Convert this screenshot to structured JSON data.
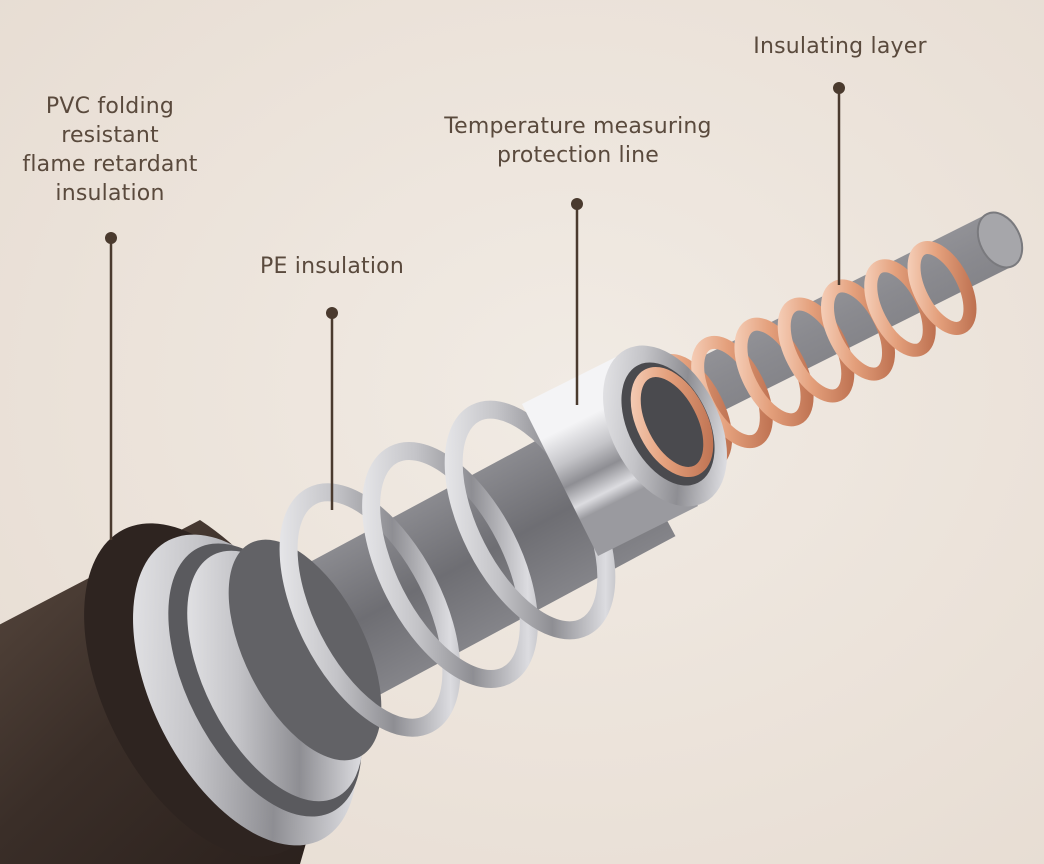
{
  "labels": {
    "pvc": [
      "PVC folding",
      "resistant",
      "flame retardant",
      "insulation"
    ],
    "pe": [
      "PE insulation"
    ],
    "temperature": [
      "Temperature measuring",
      "protection line"
    ],
    "insulating": [
      "Insulating layer"
    ]
  },
  "colors": {
    "text": "#5a4a3d",
    "leader": "#4a3a2e",
    "jacket": "#3d302a",
    "silver": "#c9c9cc",
    "copper": "#e3a07e",
    "core": "#8f8f93"
  }
}
